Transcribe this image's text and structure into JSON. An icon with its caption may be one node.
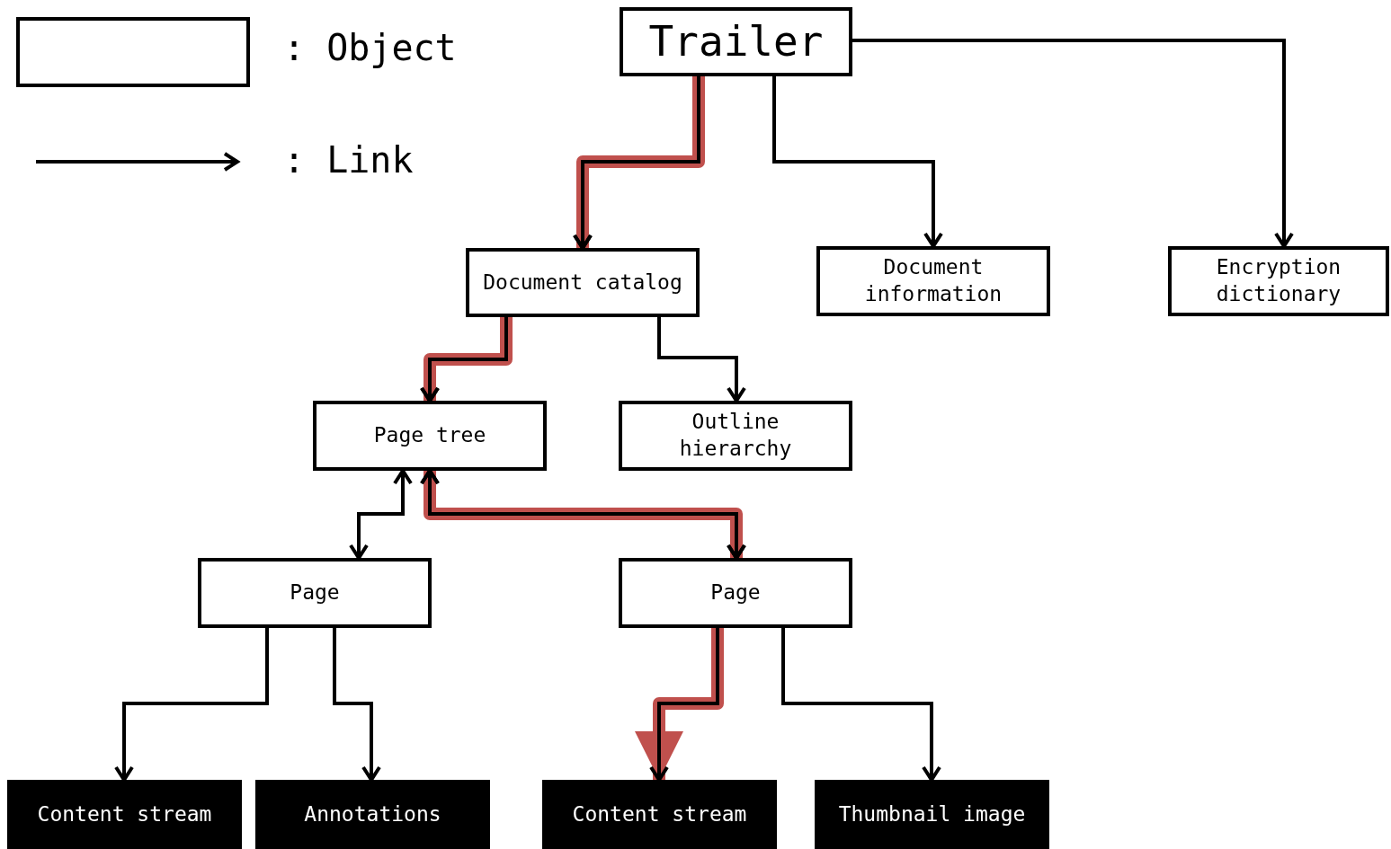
{
  "diagram": {
    "nodes": [
      {
        "text": [
          "Trailer"
        ]
      },
      {
        "text": [
          "Document catalog"
        ]
      },
      {
        "text": [
          "Document information"
        ]
      },
      {
        "text": [
          "Encryption dictionary"
        ]
      },
      {
        "text": [
          "Page tree"
        ]
      },
      {
        "text": [
          "Outline hierarchy"
        ]
      },
      {
        "text": [
          "Page"
        ]
      },
      {
        "text": [
          "Page"
        ]
      },
      {
        "text": [
          "Content stream"
        ]
      },
      {
        "text": [
          "Annotations"
        ]
      },
      {
        "text": [
          "Content stream"
        ]
      },
      {
        "text": [
          "Thumbnail image"
        ]
      }
    ],
    "edges": [
      {
        "from": 0,
        "to": 1,
        "arrow": "to",
        "style": "thick",
        "color": "#c0504d"
      },
      {
        "from": 0,
        "to": 2,
        "arrow": "to"
      },
      {
        "from": 0,
        "to": 3,
        "arrow": "to"
      },
      {
        "from": 1,
        "to": 4,
        "arrow": "to",
        "style": "thick",
        "color": "#c0504d"
      },
      {
        "from": 1,
        "to": 5,
        "arrow": "to"
      },
      {
        "from": 4,
        "to": 6,
        "arrow": "both"
      },
      {
        "from": 4,
        "to": 7,
        "arrow": "both",
        "style": "thick",
        "color": "#c0504d"
      },
      {
        "from": 6,
        "to": 8,
        "arrow": "to"
      },
      {
        "from": 6,
        "to": 9,
        "arrow": "to"
      },
      {
        "from": 7,
        "to": 10,
        "arrow": "to",
        "style": "thick",
        "color": "#c0504d"
      },
      {
        "from": 7,
        "to": 11,
        "arrow": "to"
      }
    ],
    "legend": [
      {
        "text": ": Object"
      },
      {
        "text": ": Link"
      }
    ]
  }
}
